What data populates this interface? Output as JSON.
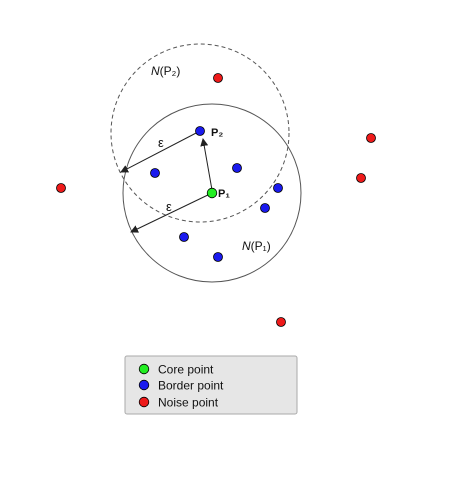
{
  "labels": {
    "neighborhood_p2": "(P₂)",
    "neighborhood_p1": "(P₁)",
    "neighborhood_symbol": "N",
    "point_p1": "P₁",
    "point_p2": "P₂",
    "epsilon_upper": "ε",
    "epsilon_lower": "ε"
  },
  "legend": {
    "items": [
      {
        "label": "Core point",
        "color": "#22ee22"
      },
      {
        "label": "Border point",
        "color": "#1a1aee"
      },
      {
        "label": "Noise point",
        "color": "#ee1a1a"
      }
    ]
  },
  "colors": {
    "core": "#22ee22",
    "border": "#1a1aee",
    "noise": "#ee1a1a",
    "circle_stroke": "#555555",
    "legend_bg": "#e6e6e6",
    "legend_border": "#aaaaaa"
  }
}
